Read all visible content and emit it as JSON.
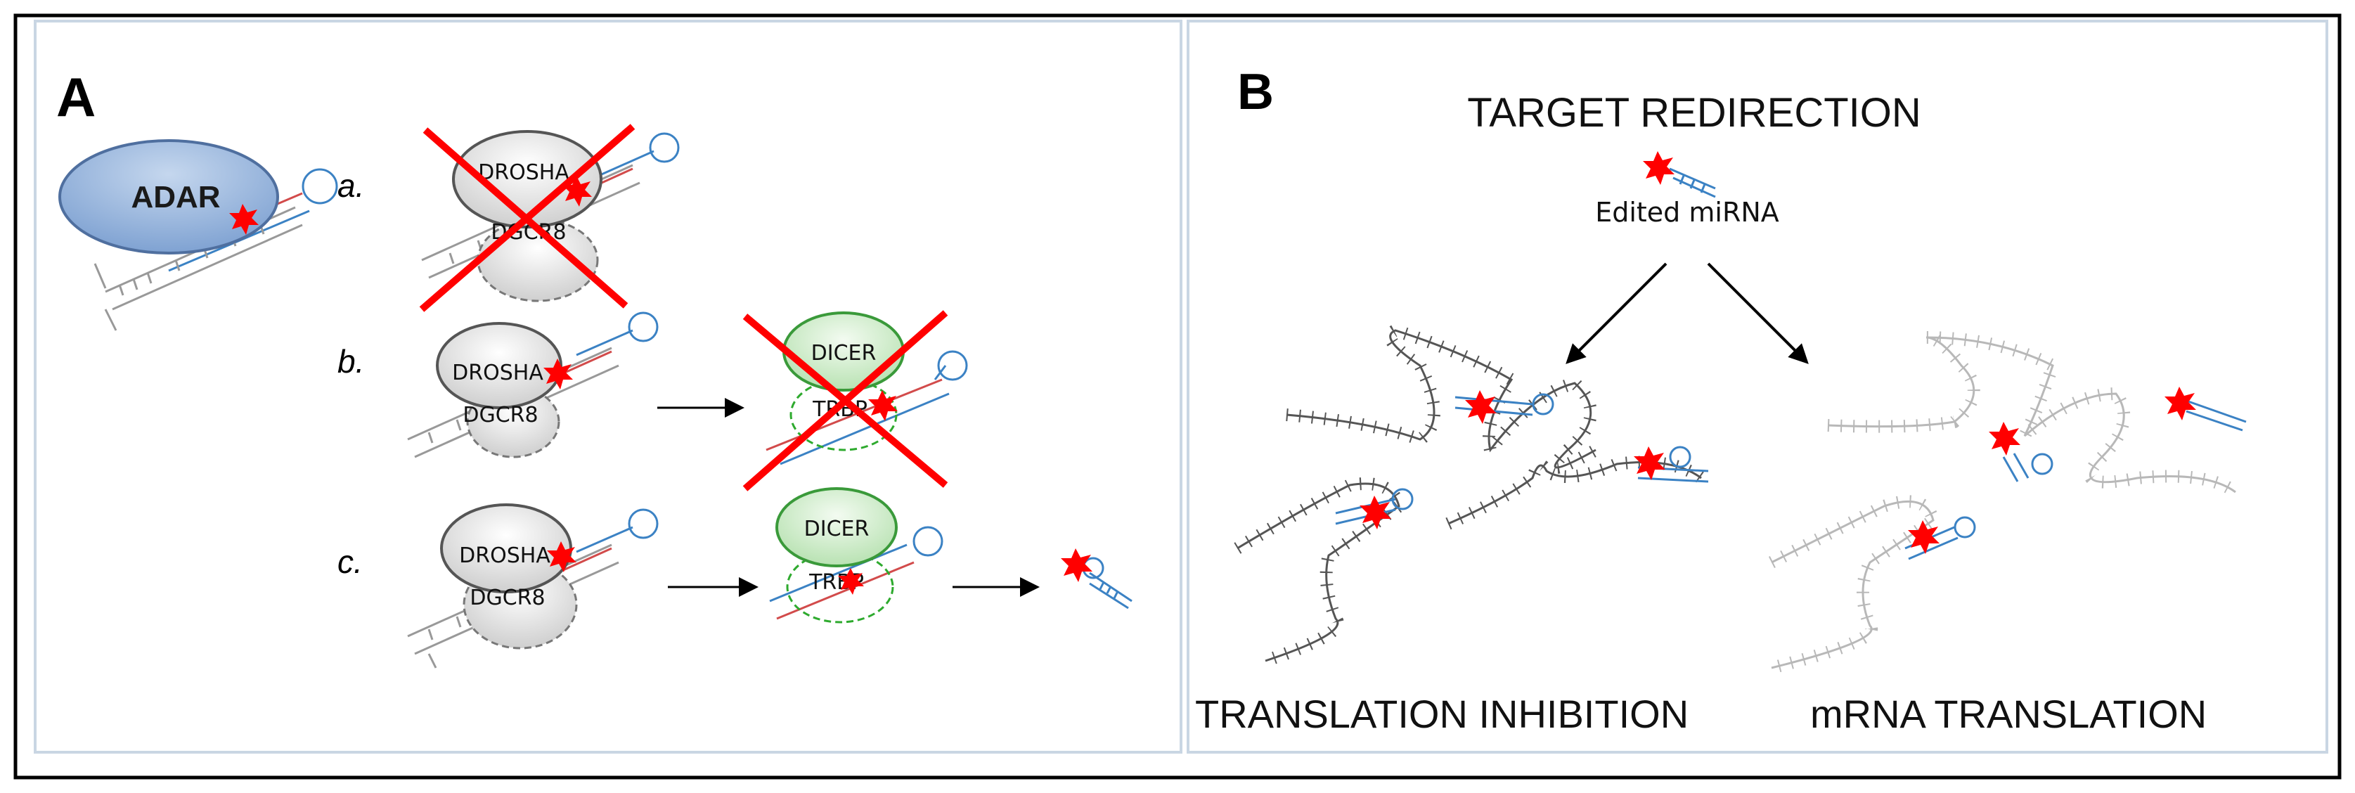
{
  "panel_a": {
    "label": "A",
    "adar_label": "ADAR",
    "rows": [
      {
        "letter": "a.",
        "drosha": "DROSHA",
        "dgcr8": "DGCR8"
      },
      {
        "letter": "b.",
        "drosha": "DROSHA",
        "dgcr8": "DGCR8",
        "dicer": "DICER",
        "trbp": "TRBP"
      },
      {
        "letter": "c.",
        "drosha": "DROSHA",
        "dgcr8": "DGCR8",
        "dicer": "DICER",
        "trbp": "TRBP"
      }
    ]
  },
  "panel_b": {
    "label": "B",
    "title": "TARGET REDIRECTION",
    "edited_mirna_label": "Edited miRNA",
    "left_outcome": "TRANSLATION INHIBITION",
    "right_outcome": "mRNA TRANSLATION"
  },
  "colors": {
    "frame": "#000000",
    "panel_border": "#c9d6e3",
    "adar_fill": "#95b3d7",
    "adar_stroke": "#4f6f9f",
    "edit_star": "#ff0000",
    "cross": "#ff0000",
    "dicer_fill": "#c6e8c1",
    "dicer_stroke": "#3a9a3a",
    "mirna_blue": "#3b82c4",
    "mrna_grey": "#555555",
    "faded_grey": "#b8b8b8"
  }
}
